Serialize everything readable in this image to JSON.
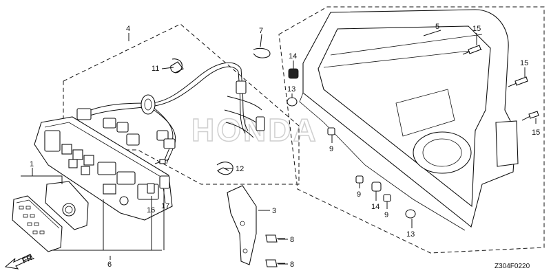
{
  "watermark": "HONDA",
  "diagram_code": "Z304F0220",
  "front_marker": "FR.",
  "callouts": {
    "c1": "1",
    "c3": "3",
    "c4": "4",
    "c5": "5",
    "c6": "6",
    "c7": "7",
    "c8a": "8",
    "c8b": "8",
    "c9a": "9",
    "c9b": "9",
    "c9c": "9",
    "c11": "11",
    "c12": "12",
    "c13a": "13",
    "c13b": "13",
    "c14a": "14",
    "c14b": "14",
    "c15a": "15",
    "c15b": "15",
    "c15c": "15",
    "c16": "16",
    "c17": "17"
  }
}
